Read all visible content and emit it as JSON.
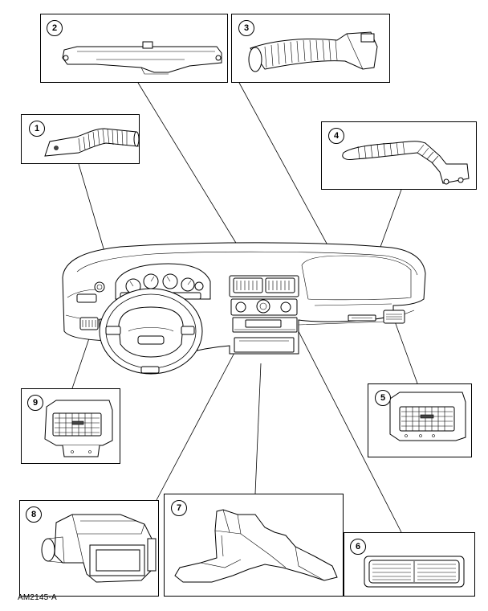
{
  "figure_id": "AM2145-A",
  "callouts": [
    {
      "number": "1",
      "item": "left-side-vent-duct"
    },
    {
      "number": "2",
      "item": "defroster-nozzle"
    },
    {
      "number": "3",
      "item": "center-duct-hose"
    },
    {
      "number": "4",
      "item": "right-side-vent-duct"
    },
    {
      "number": "5",
      "item": "right-register"
    },
    {
      "number": "6",
      "item": "center-register"
    },
    {
      "number": "7",
      "item": "floor-duct"
    },
    {
      "number": "8",
      "item": "plenum-assembly"
    },
    {
      "number": "9",
      "item": "left-register"
    }
  ]
}
